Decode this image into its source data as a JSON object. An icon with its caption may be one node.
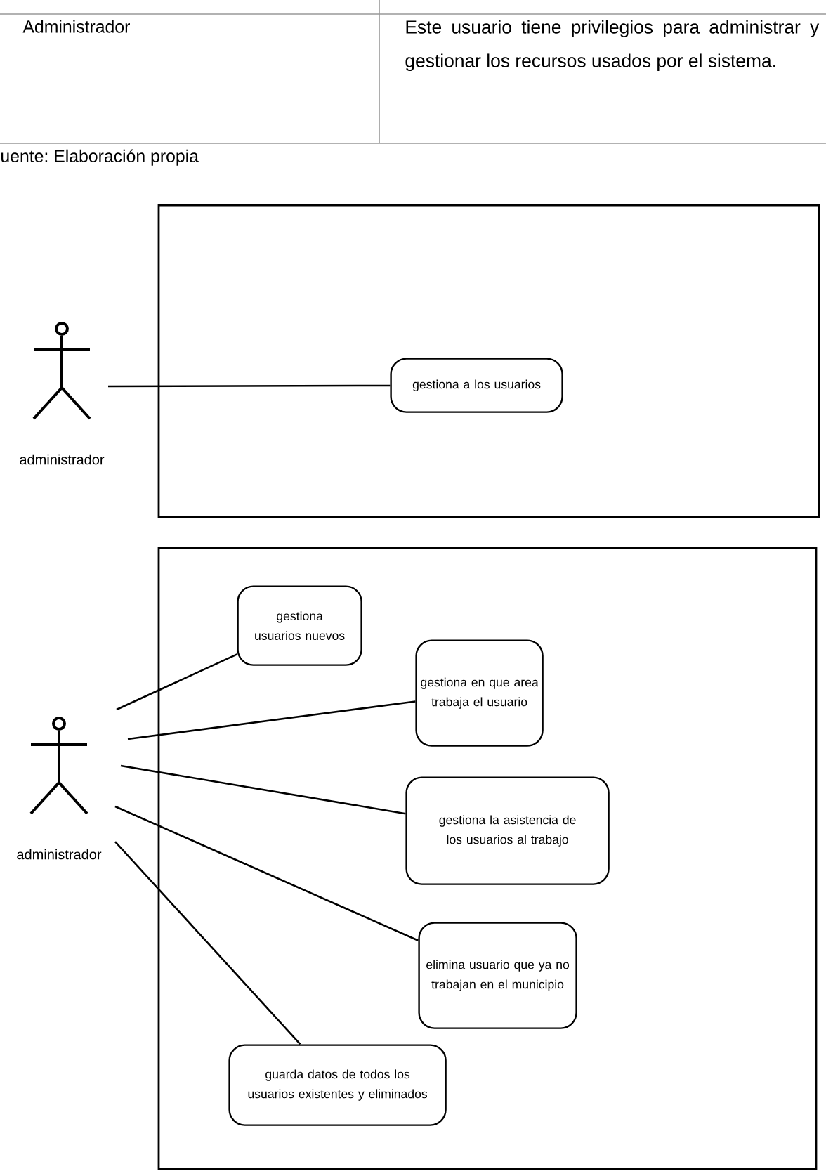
{
  "diagram": {
    "nodes": [
      {
        "text": [],
        "shape": "box"
      },
      {
        "text": [
          "administrador"
        ]
      },
      {
        "text": [
          "gestiona a los usuarios"
        ],
        "in": 0
      },
      {
        "text": [],
        "shape": "box"
      },
      {
        "text": [
          "administrador"
        ]
      },
      {
        "text": [
          "gestiona usuarios nuevos"
        ],
        "in": 3
      },
      {
        "text": [
          "gestiona en que area trabaja el usuario"
        ],
        "in": 3
      },
      {
        "text": [
          "gestiona la asistencia de los usuarios al trabajo"
        ],
        "in": 3
      },
      {
        "text": [
          "elimina usuario que ya no trabajan en el municipio"
        ],
        "in": 3
      },
      {
        "text": [
          "guarda datos de todos los usuarios existentes y eliminados"
        ],
        "in": 3
      }
    ],
    "edges": [
      {
        "from": 1,
        "to": 2,
        "arrow": "none"
      },
      {
        "from": 4,
        "to": 5,
        "arrow": "none"
      },
      {
        "from": 4,
        "to": 6,
        "arrow": "none"
      },
      {
        "from": 4,
        "to": 7,
        "arrow": "none"
      },
      {
        "from": 4,
        "to": 8,
        "arrow": "none"
      },
      {
        "from": 4,
        "to": 9,
        "arrow": "none"
      }
    ],
    "labels": [
      "Administrador",
      "Este usuario tiene privilegios para administrar y gestionar los recursos usados por el sistema.",
      "uente: Elaboración propia"
    ]
  }
}
